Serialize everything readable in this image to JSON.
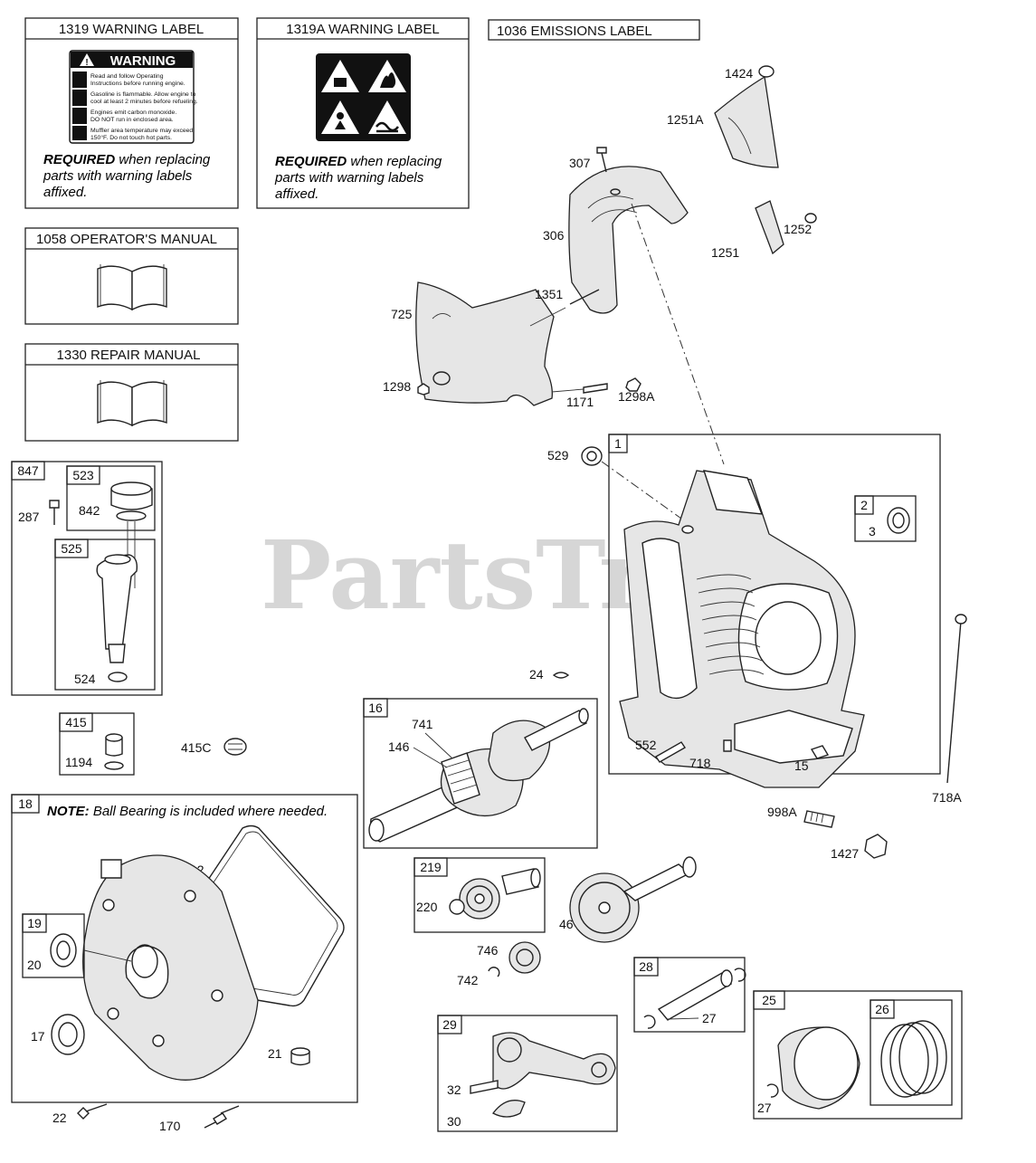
{
  "watermark": "PartsTree",
  "labels": {
    "l1319": {
      "title": "1319 WARNING LABEL",
      "required": "REQUIRED",
      "note1": " when replacing",
      "note2": "parts with warning labels",
      "note3": "affixed."
    },
    "l1319a": {
      "title": "1319A WARNING LABEL",
      "required": "REQUIRED",
      "note1": " when replacing",
      "note2": "parts with warning labels",
      "note3": "affixed."
    },
    "l1036": {
      "title": "1036 EMISSIONS LABEL"
    },
    "l1058": {
      "title": "1058 OPERATOR'S MANUAL"
    },
    "l1330": {
      "title": "1330 REPAIR MANUAL"
    }
  },
  "warning_sticker": {
    "heading": "WARNING",
    "lines": [
      "Read and follow Operating",
      "Instructions before running engine.",
      "Gasoline is flammable. Allow engine to",
      "cool at least 2 minutes before refueling.",
      "Engines emit carbon monoxide.",
      "DO NOT run in enclosed area.",
      "Muffler area temperature may exceed",
      "150°F.  Do not touch hot parts."
    ]
  },
  "note18": {
    "bold": "NOTE:",
    "text": " Ball Bearing is included where needed."
  },
  "box_tags": {
    "b847": "847",
    "b523": "523",
    "b525": "525",
    "b415": "415",
    "b18": "18",
    "b19": "19",
    "b16": "16",
    "b1": "1",
    "b2": "2",
    "b219": "219",
    "b28": "28",
    "b29": "29",
    "b25": "25",
    "b26": "26"
  },
  "parts": {
    "p1424": "1424",
    "p1251A": "1251A",
    "p307": "307",
    "p306": "306",
    "p1252": "1252",
    "p1251": "1251",
    "p1351": "1351",
    "p725": "725",
    "p1298": "1298",
    "p1171": "1171",
    "p1298A": "1298A",
    "p529": "529",
    "p3": "3",
    "p287": "287",
    "p842": "842",
    "p524": "524",
    "p24": "24",
    "p741": "741",
    "p146": "146",
    "p415C": "415C",
    "p1194": "1194",
    "p552": "552",
    "p718": "718",
    "p15": "15",
    "p718A": "718A",
    "p998A": "998A",
    "p1427": "1427",
    "p12": "12",
    "p20": "20",
    "p220": "220",
    "p46": "46",
    "p746": "746",
    "p742": "742",
    "p27a": "27",
    "p17": "17",
    "p21": "21",
    "p32": "32",
    "p27b": "27",
    "p22": "22",
    "p170": "170",
    "p30": "30"
  }
}
